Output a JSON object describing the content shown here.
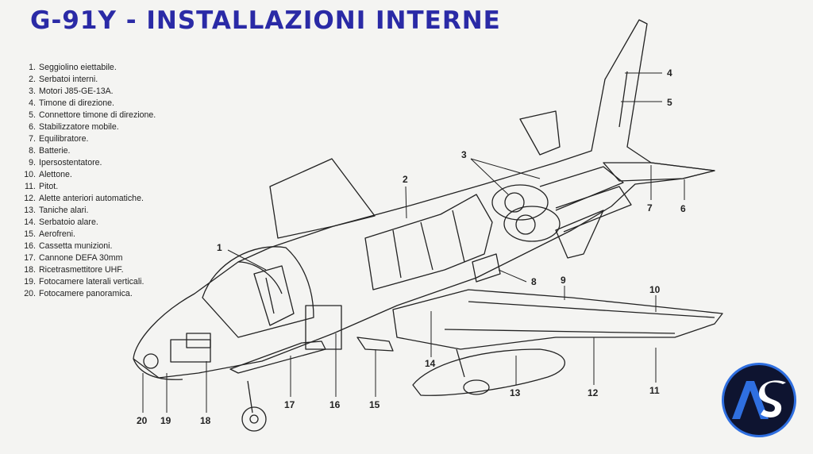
{
  "title": "G-91Y - INSTALLAZIONI INTERNE",
  "legend": [
    {
      "num": "1.",
      "text": "Seggiolino eiettabile."
    },
    {
      "num": "2.",
      "text": "Serbatoi interni."
    },
    {
      "num": "3.",
      "text": "Motori J85-GE-13A."
    },
    {
      "num": "4.",
      "text": "Timone di direzione."
    },
    {
      "num": "5.",
      "text": "Connettore timone di direzione."
    },
    {
      "num": "6.",
      "text": "Stabilizzatore mobile."
    },
    {
      "num": "7.",
      "text": "Equilibratore."
    },
    {
      "num": "8.",
      "text": "Batterie."
    },
    {
      "num": "9.",
      "text": "Ipersostentatore."
    },
    {
      "num": "10.",
      "text": "Alettone."
    },
    {
      "num": "11.",
      "text": "Pitot."
    },
    {
      "num": "12.",
      "text": "Alette anteriori automatiche."
    },
    {
      "num": "13.",
      "text": "Taniche alari."
    },
    {
      "num": "14.",
      "text": "Serbatoio alare."
    },
    {
      "num": "15.",
      "text": "Aerofreni."
    },
    {
      "num": "16.",
      "text": "Cassetta munizioni."
    },
    {
      "num": "17.",
      "text": "Cannone DEFA 30mm"
    },
    {
      "num": "18.",
      "text": "Ricetrasmettitore UHF."
    },
    {
      "num": "19.",
      "text": "Fotocamere laterali verticali."
    },
    {
      "num": "20.",
      "text": "Fotocamere panoramica."
    }
  ],
  "callouts": {
    "c1": "1",
    "c2": "2",
    "c3": "3",
    "c4": "4",
    "c5": "5",
    "c6": "6",
    "c7": "7",
    "c8": "8",
    "c9": "9",
    "c10": "10",
    "c11": "11",
    "c12": "12",
    "c13": "13",
    "c14": "14",
    "c15": "15",
    "c16": "16",
    "c17": "17",
    "c18": "18",
    "c19": "19",
    "c20": "20"
  },
  "logo": {
    "text": "AS"
  },
  "colors": {
    "title": "#2a2aa6",
    "line": "#222222",
    "logo_bg": "#0e1430",
    "logo_ring": "#2f6fe0"
  }
}
